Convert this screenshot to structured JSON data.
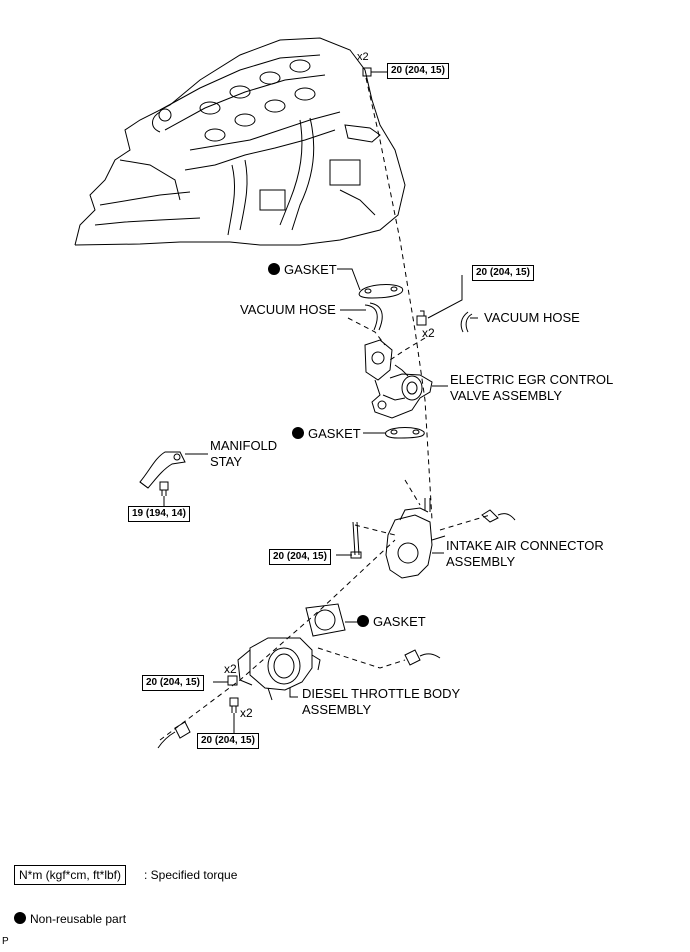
{
  "labels": {
    "gasket_top": "GASKET",
    "vacuum_hose_left": "VACUUM HOSE",
    "vacuum_hose_right": "VACUUM HOSE",
    "egr_valve_line1": "ELECTRIC EGR CONTROL",
    "egr_valve_line2": "VALVE ASSEMBLY",
    "gasket_mid": "GASKET",
    "manifold_stay_line1": "MANIFOLD",
    "manifold_stay_line2": "STAY",
    "intake_connector_line1": "INTAKE AIR CONNECTOR",
    "intake_connector_line2": "ASSEMBLY",
    "gasket_bottom": "GASKET",
    "throttle_body_line1": "DIESEL THROTTLE BODY",
    "throttle_body_line2": "ASSEMBLY"
  },
  "torques": {
    "top": "20 (204, 15)",
    "egr_bolt": "20 (204, 15)",
    "manifold_stay": "19 (194, 14)",
    "intake_bolt": "20 (204, 15)",
    "throttle_nut": "20 (204, 15)",
    "throttle_bolt": "20 (204, 15)"
  },
  "quantities": {
    "top": "x2",
    "egr_bolt": "x2",
    "throttle_nut": "x2",
    "throttle_bolt": "x2"
  },
  "legend": {
    "torque_box": "N*m (kgf*cm, ft*lbf)",
    "torque_text": ": Specified torque",
    "nonreusable_text": "Non-reusable part"
  },
  "corner_mark": "P"
}
